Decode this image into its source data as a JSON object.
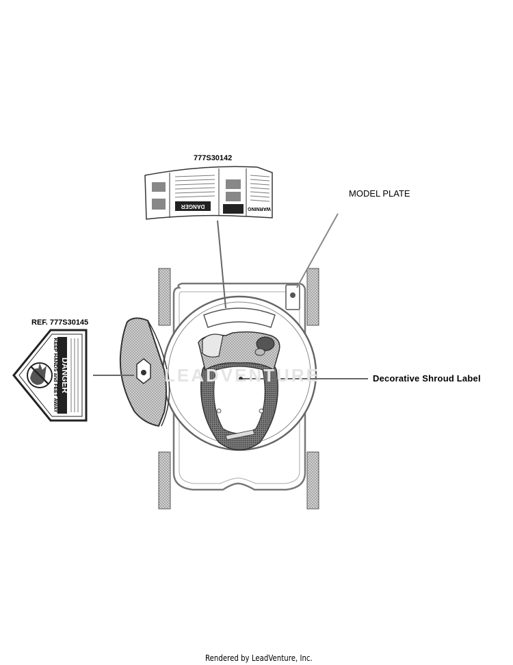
{
  "labels": {
    "top_decal": "777S30142",
    "model_plate": "MODEL PLATE",
    "ref_decal": "REF. 777S30145",
    "shroud_label": "Decorative Shroud Label"
  },
  "decal_danger": {
    "heading": "DANGER",
    "subheading": "KEEP HANDS and FEET AWAY"
  },
  "decal_top": {
    "danger_word": "DANGER",
    "warning_word": "WARNING"
  },
  "watermark": "LEADVENTURE",
  "footer": "Rendered by LeadVenture, Inc.",
  "colors": {
    "line": "#555555",
    "stipple": "#b8b8b8",
    "dark_fill": "#6a6a6a",
    "wheel": "#9a9a9a"
  }
}
